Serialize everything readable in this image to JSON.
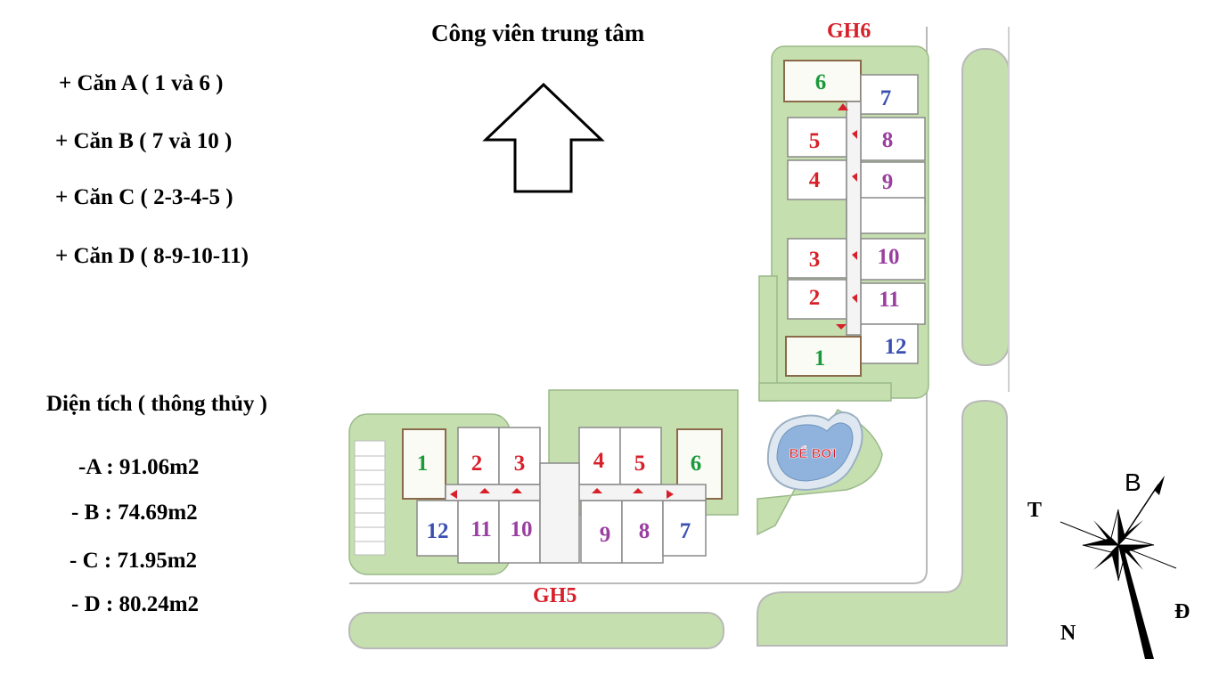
{
  "title": "Công viên trung tâm",
  "legend": [
    "+ Căn A ( 1 và 6 )",
    "+ Căn B ( 7 và 10 )",
    "+ Căn C ( 2-3-4-5 )",
    "+ Căn D ( 8-9-10-11)"
  ],
  "area_heading": "Diện tích ( thông thủy )",
  "areas": [
    "-A : 91.06m2",
    "- B : 74.69m2",
    "- C : 71.95m2",
    "- D : 80.24m2"
  ],
  "buildings": {
    "gh6": "GH6",
    "gh5": "GH5"
  },
  "pool_label": "BỂ BƠI",
  "compass": {
    "north": "B",
    "west": "T",
    "south": "N",
    "east": "Đ"
  },
  "colors": {
    "type_a": "#1a9a3a",
    "type_b": "#3a4fb0",
    "type_c": "#d8202a",
    "type_d": "#9a3fa0",
    "lawn": "#c6dfae",
    "building_label": "#d8202a"
  },
  "gh6_units": [
    {
      "label": "6",
      "type": "a"
    },
    {
      "label": "7",
      "type": "b"
    },
    {
      "label": "5",
      "type": "c"
    },
    {
      "label": "8",
      "type": "d"
    },
    {
      "label": "4",
      "type": "c"
    },
    {
      "label": "9",
      "type": "d"
    },
    {
      "label": "3",
      "type": "c"
    },
    {
      "label": "10",
      "type": "d"
    },
    {
      "label": "2",
      "type": "c"
    },
    {
      "label": "11",
      "type": "d"
    },
    {
      "label": "1",
      "type": "a"
    },
    {
      "label": "12",
      "type": "b"
    }
  ],
  "gh5_units": [
    {
      "label": "1",
      "type": "a"
    },
    {
      "label": "2",
      "type": "c"
    },
    {
      "label": "3",
      "type": "c"
    },
    {
      "label": "4",
      "type": "c"
    },
    {
      "label": "5",
      "type": "c"
    },
    {
      "label": "6",
      "type": "a"
    },
    {
      "label": "12",
      "type": "b"
    },
    {
      "label": "11",
      "type": "d"
    },
    {
      "label": "10",
      "type": "d"
    },
    {
      "label": "9",
      "type": "d"
    },
    {
      "label": "8",
      "type": "d"
    },
    {
      "label": "7",
      "type": "b"
    }
  ]
}
